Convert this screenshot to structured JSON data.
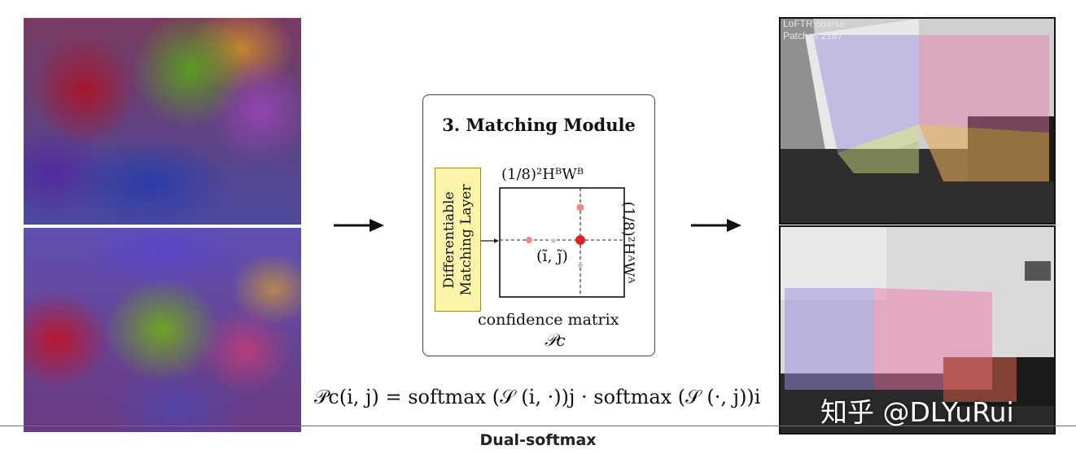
{
  "module": {
    "title": "3. Matching Module",
    "layer_label_line1": "Differentiable",
    "layer_label_line2": "Matching Layer",
    "top_dim": "(1/8)²HᴮWᴮ",
    "side_dim": "(1/8)²HᴬWᴬ",
    "match_label": "(ĩ, j̃)",
    "caption": "confidence matrix",
    "caption_symbol": "𝒫c"
  },
  "formula": "𝒫c(i, j) = softmax (𝒮 (i, ·))j · softmax (𝒮 (·, j))i",
  "overlay": {
    "line1": "LoFTR coarse",
    "line2": "Patches 2187"
  },
  "bottom_caption": "Dual-softmax",
  "watermark": "知乎 @DLYuRui"
}
